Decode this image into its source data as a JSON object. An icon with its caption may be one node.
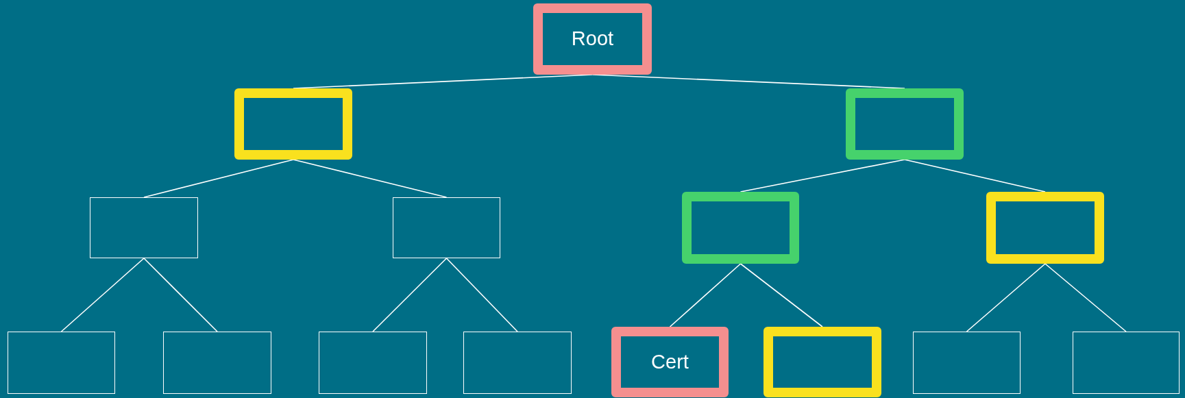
{
  "diagram": {
    "nodes": [
      {
        "text": [
          "Root"
        ]
      },
      {
        "text": [],
        "shape": "box"
      },
      {
        "text": [],
        "shape": "box"
      },
      {
        "text": [],
        "shape": "box"
      },
      {
        "text": [],
        "shape": "box"
      },
      {
        "text": [],
        "shape": "box"
      },
      {
        "text": [],
        "shape": "box"
      },
      {
        "text": [],
        "shape": "box"
      },
      {
        "text": [],
        "shape": "box"
      },
      {
        "text": [],
        "shape": "box"
      },
      {
        "text": [],
        "shape": "box"
      },
      {
        "text": [
          "Cert"
        ]
      },
      {
        "text": [],
        "shape": "box"
      },
      {
        "text": [],
        "shape": "box"
      },
      {
        "text": [],
        "shape": "box"
      }
    ],
    "edges": [
      {
        "from": 0,
        "to": 1,
        "arrow": "none"
      },
      {
        "from": 0,
        "to": 2,
        "arrow": "none"
      },
      {
        "from": 1,
        "to": 3,
        "arrow": "none"
      },
      {
        "from": 1,
        "to": 4,
        "arrow": "none"
      },
      {
        "from": 2,
        "to": 5,
        "arrow": "none"
      },
      {
        "from": 2,
        "to": 6,
        "arrow": "none"
      },
      {
        "from": 3,
        "to": 7,
        "arrow": "none"
      },
      {
        "from": 3,
        "to": 8,
        "arrow": "none"
      },
      {
        "from": 4,
        "to": 9,
        "arrow": "none"
      },
      {
        "from": 4,
        "to": 10,
        "arrow": "none"
      },
      {
        "from": 5,
        "to": 11,
        "arrow": "none"
      },
      {
        "from": 5,
        "to": 12,
        "arrow": "none"
      },
      {
        "from": 6,
        "to": 13,
        "arrow": "none"
      },
      {
        "from": 6,
        "to": 14,
        "arrow": "none"
      }
    ]
  }
}
